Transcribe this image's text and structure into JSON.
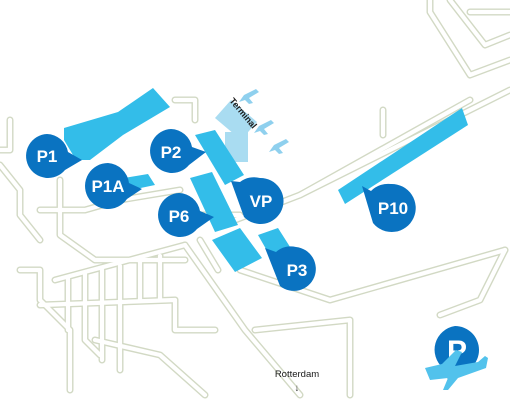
{
  "map": {
    "terminal_label": "Terminal",
    "direction_label": "Rotterdam",
    "direction_arrow": "↓",
    "logo_letter": "P",
    "colors": {
      "parking_lot": "#33bde9",
      "terminal_building": "#a9dcf1",
      "marker": "#0a73c1",
      "road_outline": "#d2d9c4",
      "logo": "#0a73c1"
    },
    "icons": [
      "airplane-icon",
      "parking-logo-icon",
      "arrow-down-icon"
    ],
    "parking_markers": [
      {
        "id": "p1",
        "label": "P1"
      },
      {
        "id": "p1a",
        "label": "P1A"
      },
      {
        "id": "p2",
        "label": "P2"
      },
      {
        "id": "p6",
        "label": "P6"
      },
      {
        "id": "vp",
        "label": "VP"
      },
      {
        "id": "p3",
        "label": "P3"
      },
      {
        "id": "p10",
        "label": "P10"
      }
    ]
  }
}
